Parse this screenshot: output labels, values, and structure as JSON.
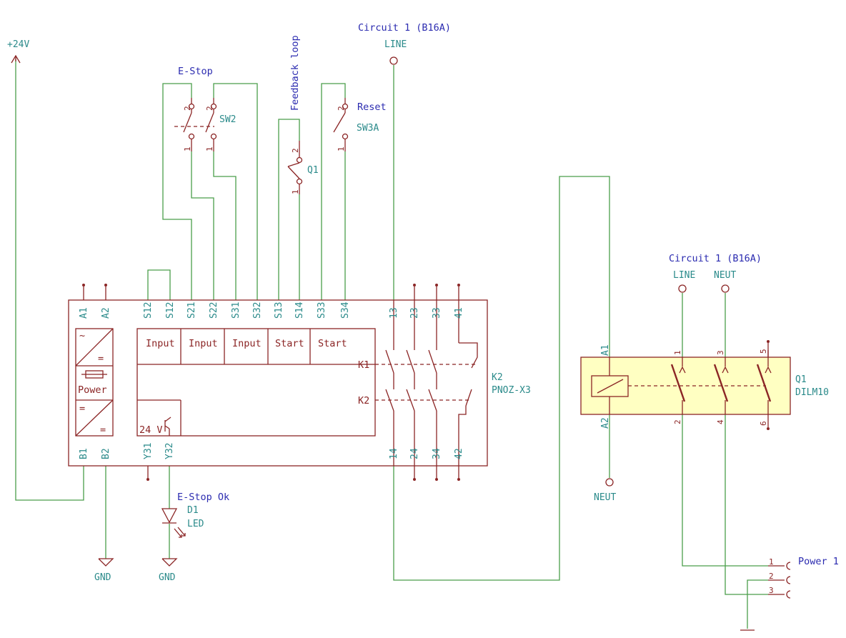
{
  "nets": {
    "supply": "+24V",
    "gnd_left": "GND",
    "gnd_led": "GND",
    "circuit_top": "Circuit 1 (B16A)",
    "line_top": "LINE",
    "circuit_right": "Circuit 1 (B16A)",
    "line_right": "LINE",
    "neut_right": "NEUT",
    "neut_coil": "NEUT"
  },
  "labels": {
    "estop": "E-Stop",
    "feedback_loop": "Feedback loop",
    "reset": "Reset",
    "estop_ok": "E-Stop Ok",
    "power1": "Power 1"
  },
  "components": {
    "sw2": "SW2",
    "sw3a": "SW3A",
    "q1_fb": "Q1",
    "k2_ref": "K2",
    "k2_val": "PNOZ-X3",
    "d1_ref": "D1",
    "d1_val": "LED",
    "q1_ref": "Q1",
    "q1_val": "DILM10"
  },
  "relay": {
    "top_pins": [
      "A1",
      "A2",
      "S12",
      "S12",
      "S21",
      "S22",
      "S31",
      "S32",
      "S13",
      "S14",
      "S33",
      "S34",
      "13",
      "23",
      "33",
      "41"
    ],
    "bottom_pins": [
      "B1",
      "B2",
      "Y31",
      "Y32",
      "14",
      "24",
      "34",
      "42"
    ],
    "blocks": [
      "Input",
      "Input",
      "Input",
      "Start",
      "Start"
    ],
    "power": "Power",
    "sym_ac": "~",
    "sym_eq1": "=",
    "sym_eq2": "=",
    "sym_eq3": "=",
    "k1": "K1",
    "k2": "K2",
    "v24": "24 V"
  },
  "contactor": {
    "pins": [
      "A1",
      "A2",
      "1",
      "2",
      "3",
      "4",
      "5",
      "6"
    ]
  },
  "connector": {
    "pins": [
      "1",
      "2",
      "3"
    ]
  },
  "switch_pins": {
    "sw2a": [
      "2",
      "1"
    ],
    "sw2b": [
      "2",
      "1"
    ],
    "q1": [
      "2",
      "1"
    ],
    "sw3a": [
      "2",
      "1"
    ]
  }
}
